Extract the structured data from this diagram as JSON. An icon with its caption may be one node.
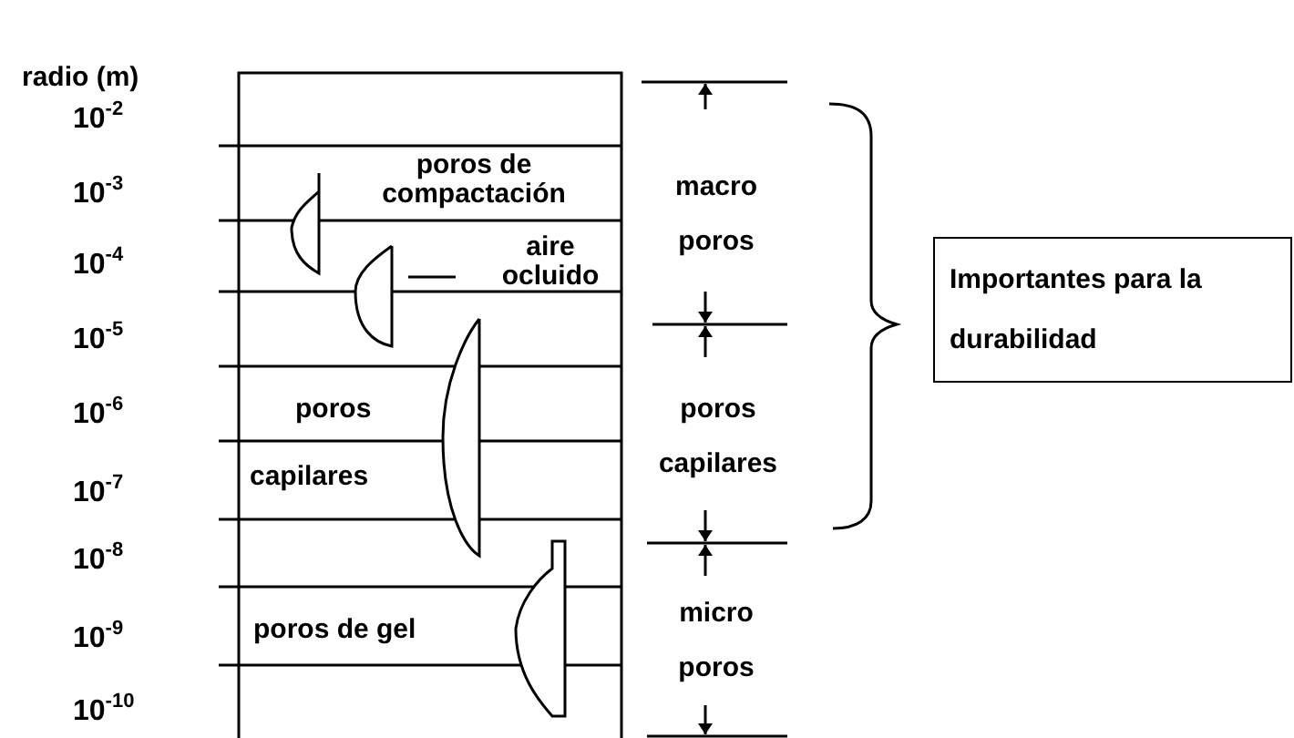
{
  "diagram": {
    "nodes": [
      {
        "text": [
          "Importantes para la durabilidad"
        ]
      }
    ],
    "edges": [],
    "labels": [
      "radio (m)",
      "10$^{-2}$",
      "10$^{-3}$",
      "10$^{-4}$",
      "10$^{-5}$",
      "10$^{-6}$",
      "10$^{-7}$",
      "10$^{-8}$",
      "10$^{-9}$",
      "10$^{-10}$",
      "poros de compactación",
      "aire ocluido",
      "poros",
      "capilares",
      "poros de gel",
      "macro poros",
      "poros capilares",
      "micro poros"
    ]
  }
}
